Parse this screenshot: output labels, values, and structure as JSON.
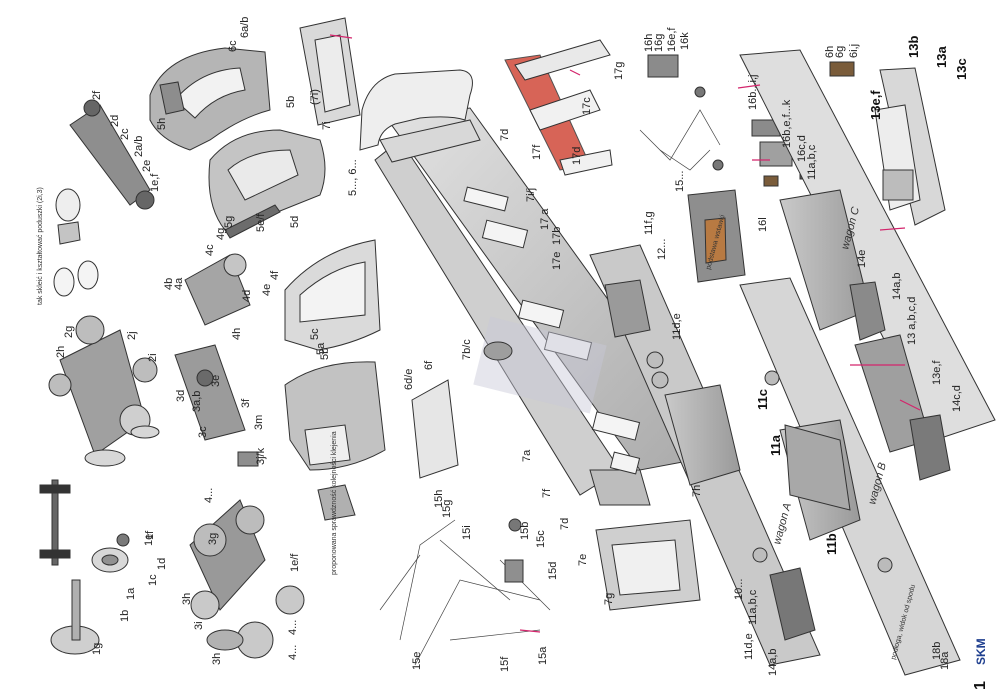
{
  "colors": {
    "part_dark": "#8a8a8a",
    "part_mid": "#b8b8b8",
    "part_light": "#dcdcdc",
    "accent_red": "#d14a3a",
    "accent_pink": "#d3256c",
    "logo_blue": "#1f3f8f"
  },
  "page_number": "1",
  "logo_text": "SKM",
  "notes": {
    "foam_note": "tak skleić i kształtować poduszki (2i,3)",
    "clearance_note": "proponowana sprawdzność kolejności klejenia",
    "plate_b_note": "podstawa wstawki",
    "floor_note": "podłoga, widok od spodu"
  },
  "plate_texts": {
    "wagon_a": "wagon A",
    "wagon_b": "wagon B",
    "wagon_c": "wagon C"
  },
  "labels": {
    "l_6ab": "6a/b",
    "l_6c": "6c",
    "l_5b": "5b",
    "l_7i": "(7i)",
    "l_7i2": "7i",
    "l_5h": "5h",
    "l_2f": "2f",
    "l_2d": "2d",
    "l_2c": "2c",
    "l_2ab": "2a/b",
    "l_2e": "2e",
    "l_1ef_top": "1e,f",
    "l_5g": "5g",
    "l_5ef": "5e/f",
    "l_5d": "5d",
    "l_5_6": "5..., 6...",
    "l_7d_top": "7d",
    "l_7ij": "7i/j",
    "l_17a": "17 a",
    "l_17b": "17b",
    "l_17e": "17e",
    "l_17f": "17f",
    "l_17d": "17d",
    "l_17c": "17c",
    "l_17g": "17g",
    "l_16h": "16h",
    "l_16g": "16g",
    "l_16ef": "16e,f",
    "l_16k": "16k",
    "l_16bij": "16b...i,j",
    "l_16bek": "16b,e,f...k",
    "l_16cd": "16c,d",
    "l_11abc_top": "11a,b,c",
    "l_15": "15...",
    "l_16l": "16l",
    "l_6h": "6h",
    "l_6g": "6g",
    "l_6ij": "6i,j",
    "l_13b": "13b",
    "l_13a": "13a",
    "l_13c": "13c",
    "l_13ef_top": "13e,f",
    "l_4b": "4b",
    "l_4a": "4a",
    "l_4c": "4c",
    "l_4g": "4g",
    "l_4f": "4f",
    "l_4e": "4e",
    "l_4d": "4d",
    "l_4h": "4h",
    "l_11fg": "11f,g",
    "l_12": "12...",
    "l_11de_mid": "11d,e",
    "l_14e": "14e",
    "l_14ab_right": "14a,b",
    "l_13abcd": "13 a,b,c,d",
    "l_13ef": "13e,f",
    "l_14cd": "14c,d",
    "l_5c": "5c",
    "l_5a": "5a",
    "l_5b2": "5b",
    "l_2h": "2h",
    "l_2g": "2g",
    "l_2j": "2j",
    "l_2i": "2i",
    "l_3d": "3d",
    "l_3ab": "3a,b",
    "l_3e": "3e",
    "l_3f": "3f",
    "l_3c": "3c",
    "l_3m": "3m",
    "l_3jk": "3j/k",
    "l_7bc": "7b/c",
    "l_6de": "6d/e",
    "l_6f": "6f",
    "l_7a": "7a",
    "l_7f": "7f",
    "l_7d_bot": "7d",
    "l_7h": "7h",
    "l_7e": "7e",
    "l_7g": "7g",
    "l_11c": "11c",
    "l_11a": "11a",
    "l_11b": "11b",
    "l_1g": "1g",
    "l_1b": "1b",
    "l_1a": "1a",
    "l_1c": "1c",
    "l_1d": "1d",
    "l_1e": "1e",
    "l_1f": "1f",
    "l_3g": "3g",
    "l_3h": "3h",
    "l_3i": "3i",
    "l_3h2": "3h",
    "l_4_bot": "4...",
    "l_4_mid": "4...",
    "l_1ef_bot": "1e/f",
    "l_4_top": "4...",
    "l_15h": "15h",
    "l_15g": "15g",
    "l_15i": "15i",
    "l_15b": "15b",
    "l_15c": "15c",
    "l_15d": "15d",
    "l_15e": "15e",
    "l_15f": "15f",
    "l_15a": "15a",
    "l_11abc_bot": "11a,b,c",
    "l_10": "10...",
    "l_11de_bot": "11d,e",
    "l_14ab": "14a,b",
    "l_18b": "18b",
    "l_18a": "18a"
  }
}
